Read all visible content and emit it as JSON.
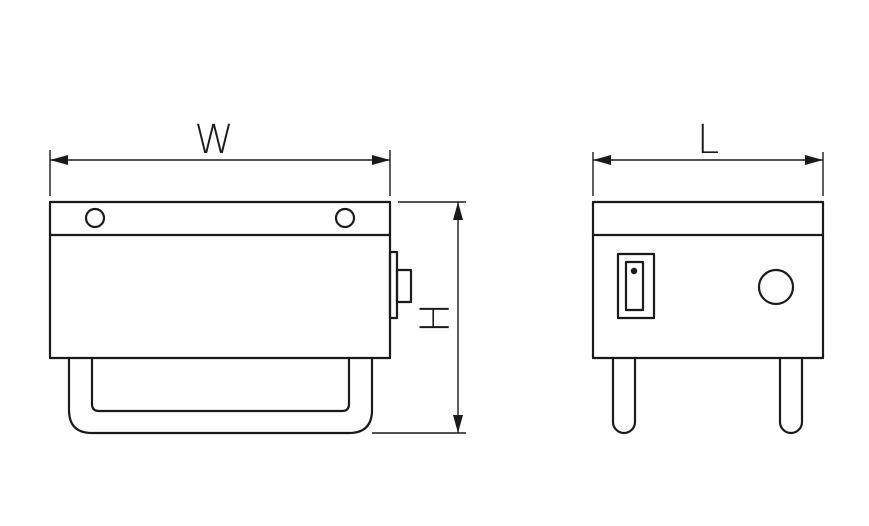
{
  "labels": {
    "width": "W",
    "length": "L",
    "height": "H"
  }
}
